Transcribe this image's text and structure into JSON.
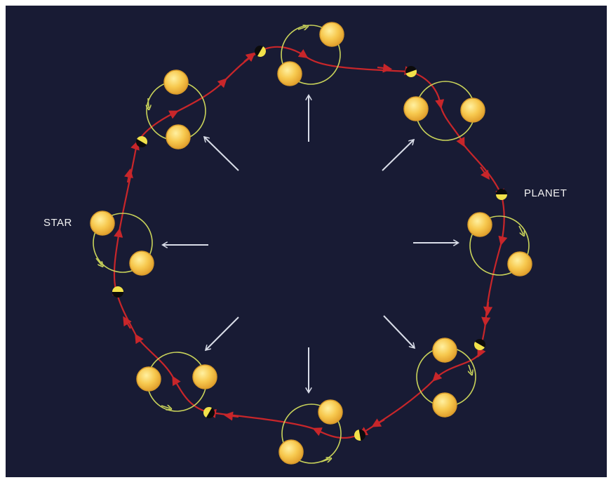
{
  "labels": {
    "star": "STAR",
    "planet": "PLANET"
  },
  "colors": {
    "background": "#181b34",
    "star_fill": "#f7c94f",
    "star_glow": "#fff0a0",
    "orbit": "#c9d35a",
    "planet_path": "#c8262a",
    "pointer": "#d9dde8",
    "planet_lit": "#f1e14a",
    "planet_dark": "#0b0b0b"
  },
  "icons": [
    "star-icon",
    "planet-icon",
    "arrow-icon"
  ],
  "diagram": {
    "stations": 8,
    "stars_per_station": 2,
    "planet_positions": 8,
    "pointer_arrows": 8
  }
}
